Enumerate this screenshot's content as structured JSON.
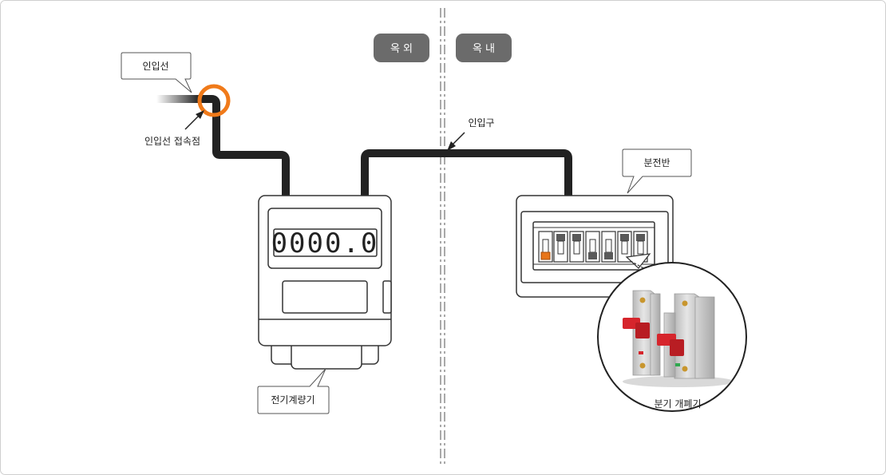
{
  "zones": {
    "outdoor": "옥 외",
    "indoor": "옥 내"
  },
  "labels": {
    "service_wire": "인입선",
    "service_wire_connection": "인입선 접속점",
    "service_entrance": "인입구",
    "meter": "전기계량기",
    "panel": "분전반",
    "breaker": "분기 개폐기"
  },
  "meter": {
    "reading": "0000.0"
  },
  "colors": {
    "wire": "#222222",
    "highlight_ring": "#f07a1a",
    "zone_badge": "#6b6b6b",
    "breaker_handle_active": "#e8751a",
    "breaker_handle_red": "#d6252c",
    "divider": "#a9a9a9"
  }
}
